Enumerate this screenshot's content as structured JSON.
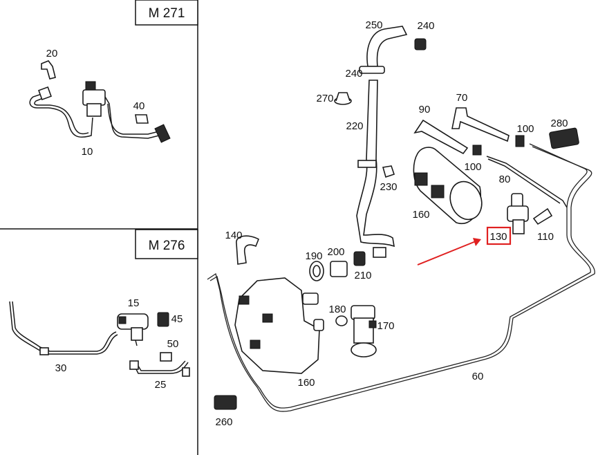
{
  "insets": [
    {
      "header": "M 271",
      "labels": [
        "20",
        "40",
        "10"
      ]
    },
    {
      "header": "M 276",
      "labels": [
        "15",
        "45",
        "50",
        "30",
        "25"
      ]
    }
  ],
  "labels": [
    "250",
    "240",
    "240",
    "270",
    "220",
    "70",
    "90",
    "100",
    "280",
    "100",
    "80",
    "230",
    "160",
    "140",
    "190",
    "200",
    "210",
    "130",
    "110",
    "180",
    "170",
    "160",
    "60",
    "260"
  ],
  "highlight": {
    "label": "130",
    "color": "#e02020"
  }
}
